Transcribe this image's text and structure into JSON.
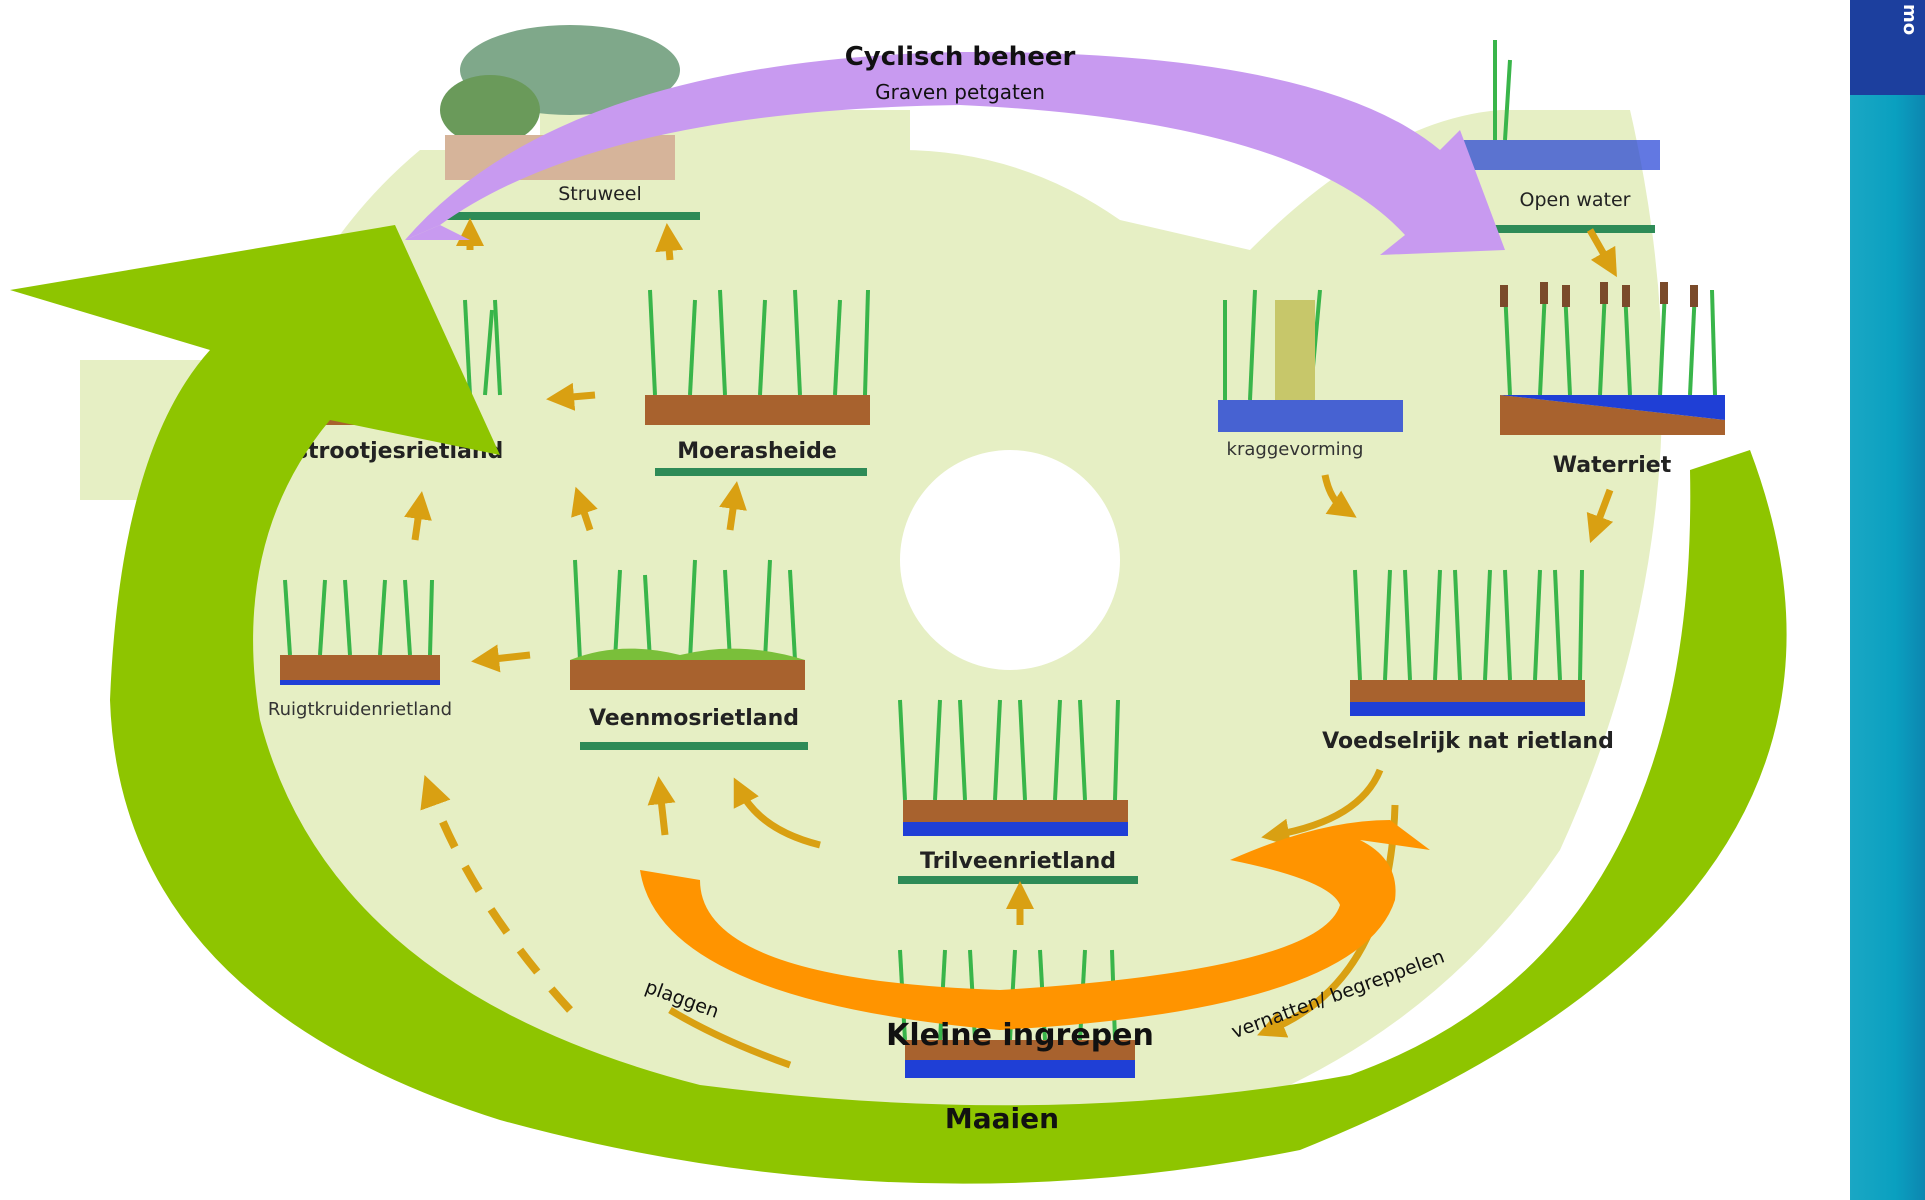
{
  "diagram": {
    "sidebar_text": "mo",
    "cycles": {
      "cyclisch": {
        "title": "Cyclisch beheer",
        "subtitle": "Graven petgaten",
        "color": "#c89af0"
      },
      "maaien": {
        "title": "Maaien",
        "color": "#8ec500"
      },
      "kleine_ingrepen": {
        "title": "Kleine ingrepen",
        "color": "#ff9400"
      }
    },
    "stages": {
      "struweel": "Struweel",
      "open_water": "Open water",
      "kraggevorming": "kraggevorming",
      "waterriet": "Waterriet",
      "trilveen_voedsel": "Voedselrijk nat rietland",
      "trilveenrietland": "Trilveenrietland",
      "veenmosrietland": "Veenmosrietland",
      "ruigtkruidenrietland": "Ruigtkruidenrietland",
      "moerasheide": "Moerasheide",
      "knopbies": "jpestrootjesrietland"
    },
    "edge_labels": {
      "plaggen": "plaggen",
      "vernatten": "vernatten/ begreppelen"
    },
    "colors": {
      "background_shape": "#e6efc4",
      "arrow": "#d9a012",
      "soil": "#a8622e",
      "water": "#1f3fd6",
      "underline": "#2e8b57",
      "reed": "#39b54a"
    }
  }
}
